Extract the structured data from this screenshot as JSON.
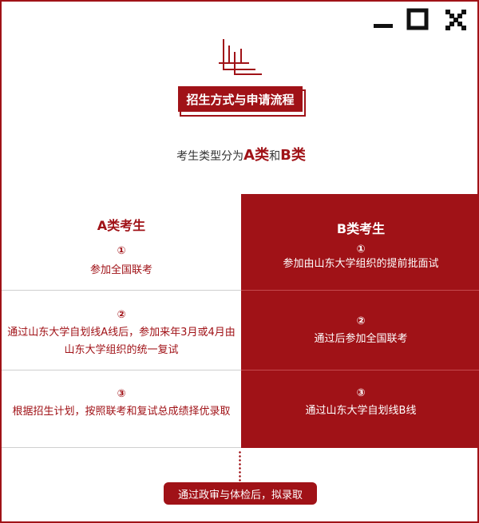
{
  "window": {
    "controls": [
      {
        "name": "minimize-icon"
      },
      {
        "name": "maximize-icon"
      },
      {
        "name": "close-icon"
      }
    ]
  },
  "header": {
    "logo_icon": "pattern-logo-icon",
    "title": "招生方式与申请流程"
  },
  "intro": {
    "prefix": "考生类型分为",
    "type_a": "A类",
    "conj": "和",
    "type_b": "B类"
  },
  "columns": {
    "a": {
      "heading": "A类考生",
      "steps": [
        {
          "num": "①",
          "text": "参加全国联考"
        },
        {
          "num": "②",
          "text": "通过山东大学自划线A线后，参加来年3月或4月由山东大学组织的统一复试"
        },
        {
          "num": "③",
          "text": "根据招生计划，按照联考和复试总成绩择优录取"
        }
      ]
    },
    "b": {
      "heading": "B类考生",
      "steps": [
        {
          "num": "①",
          "text": "参加由山东大学组织的提前批面试"
        },
        {
          "num": "②",
          "text": "通过后参加全国联考"
        },
        {
          "num": "③",
          "text": "通过山东大学自划线B线"
        }
      ]
    }
  },
  "final": {
    "text": "通过政审与体检后，拟录取"
  },
  "colors": {
    "accent": "#a01217",
    "text": "#333333",
    "divider": "#cfcfcf"
  }
}
